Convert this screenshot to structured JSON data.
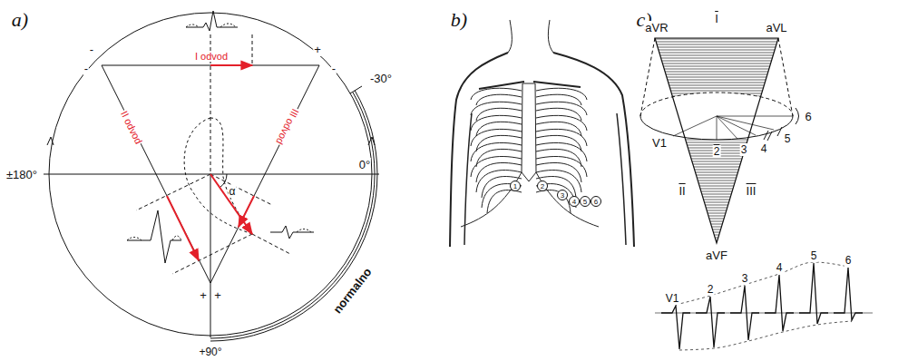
{
  "diagram": {
    "nodes": [
      {
        "text": [
          "1"
        ]
      },
      {
        "text": [
          "2"
        ]
      },
      {
        "text": [
          "3"
        ]
      },
      {
        "text": [
          "4"
        ]
      },
      {
        "text": [
          "5"
        ]
      },
      {
        "text": [
          "6"
        ]
      }
    ],
    "labels": [
      "a)",
      "I odvod",
      "II odvod",
      "III odvod",
      "-",
      "-",
      "+",
      "-",
      "+",
      "+",
      "±180°",
      "0°",
      "-30°",
      "+90°",
      "normalno",
      "α",
      "b)",
      "c)",
      "I",
      "aVR",
      "aVL",
      "6",
      "V1",
      "2",
      "3",
      "4",
      "5",
      "II",
      "III",
      "aVF",
      "V1",
      "2",
      "3",
      "4",
      "5",
      "6"
    ]
  }
}
